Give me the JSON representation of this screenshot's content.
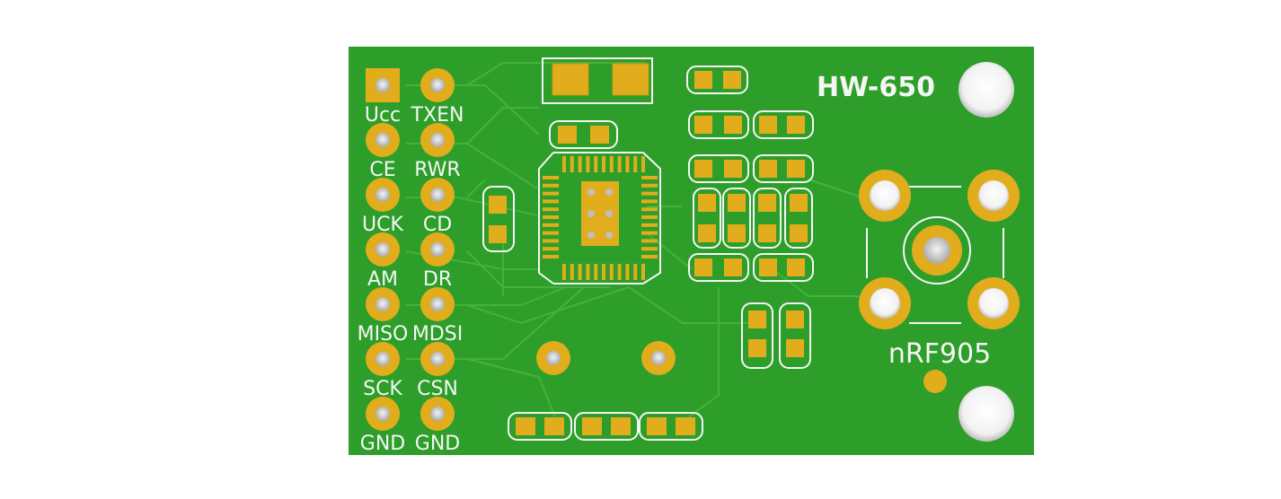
{
  "board": {
    "title": "HW-650",
    "chip_label": "nRF905",
    "colors": {
      "substrate": "#2e9e2a",
      "trace": "#44b43a",
      "pad": "#e2ad1c",
      "silkscreen": "#f4f6f4",
      "hole": "#ffffff"
    }
  },
  "header_pins": {
    "left": [
      "Ucc",
      "CE",
      "UCK",
      "AM",
      "MISO",
      "SCK",
      "GND"
    ],
    "right": [
      "TXEN",
      "RWR",
      "CD",
      "DR",
      "MDSI",
      "CSN",
      "GND"
    ]
  }
}
